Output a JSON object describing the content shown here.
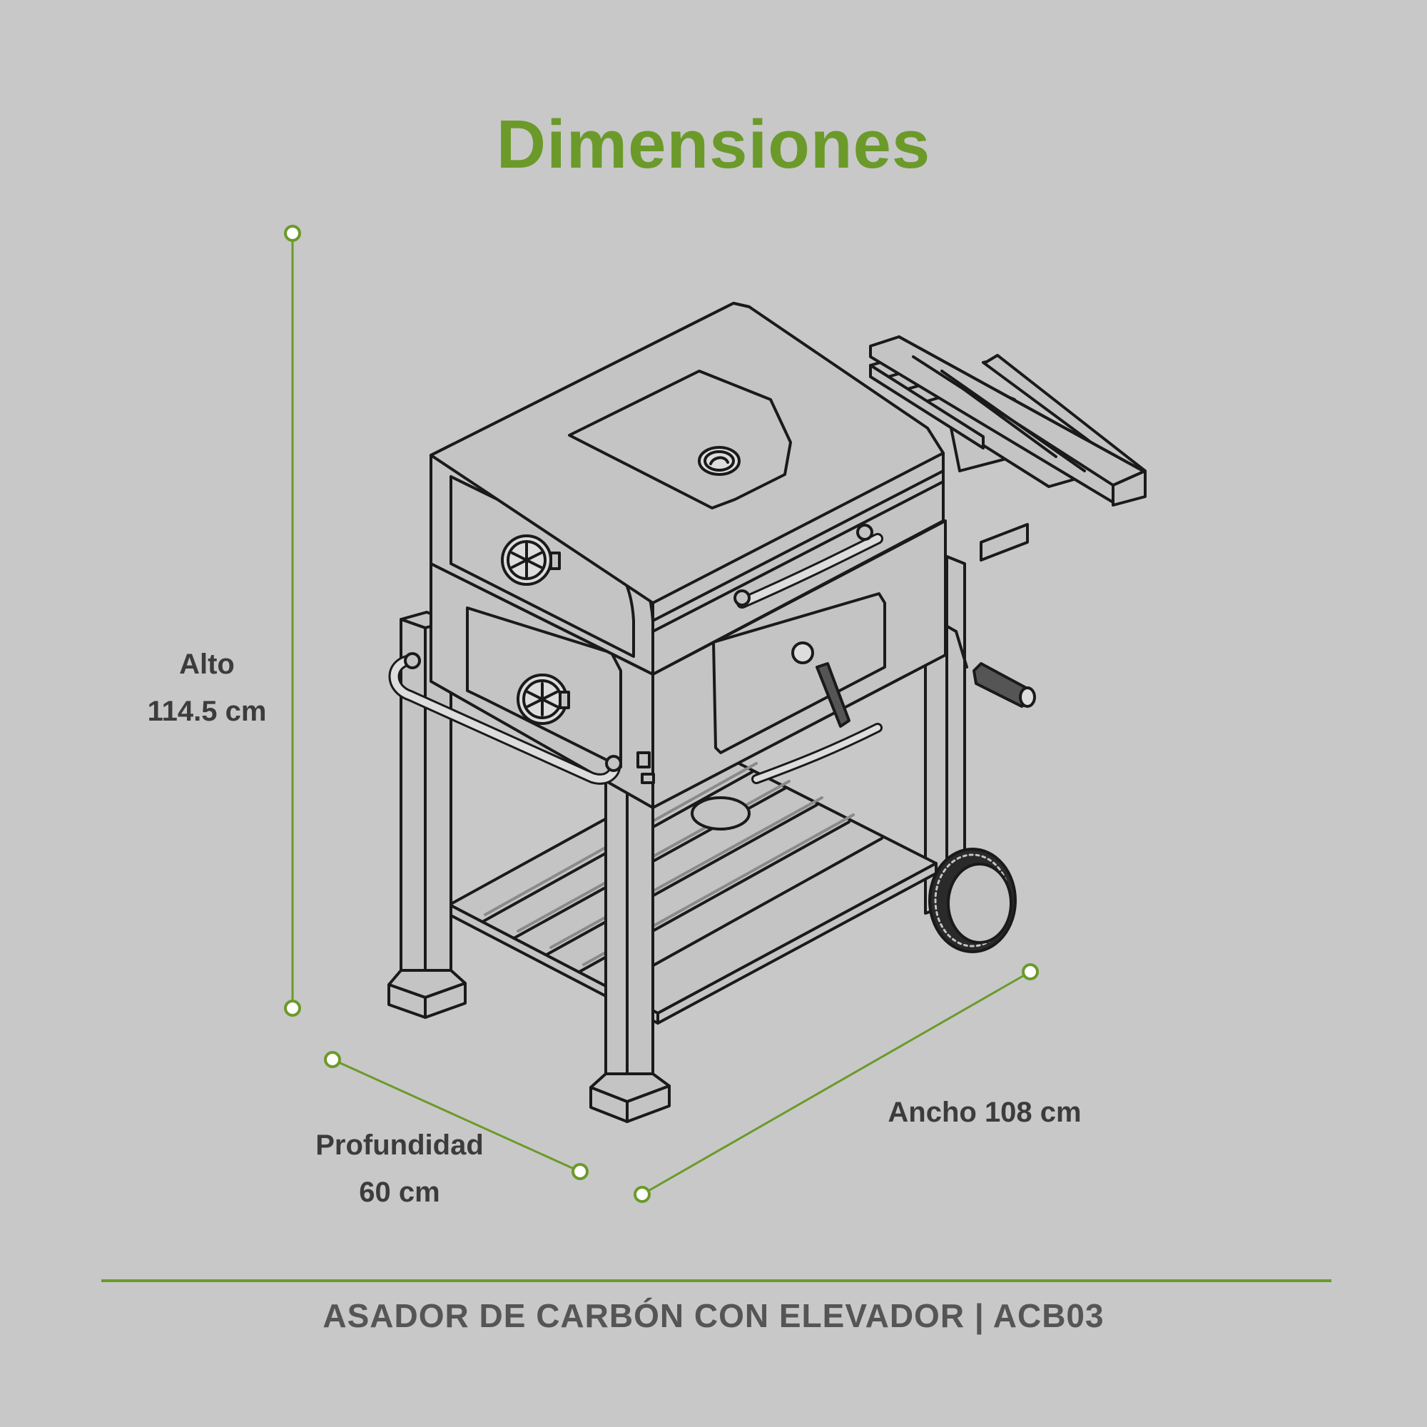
{
  "title": "Dimensiones",
  "dimensions": {
    "height": {
      "label": "Alto",
      "value": "114.5 cm"
    },
    "depth": {
      "label": "Profundidad",
      "value": "60 cm"
    },
    "width": {
      "label": "Ancho 108 cm"
    }
  },
  "footer": "ASADOR DE CARBÓN CON ELEVADOR | ACB03",
  "colors": {
    "background": "#c8c8c8",
    "accent": "#6b9a2a",
    "text": "#3c3c3c",
    "line": "#1a1a1a",
    "product_fill": "#c4c4c4"
  },
  "icons": [
    "charcoal-grill-illustration",
    "temperature-gauge-icon"
  ]
}
